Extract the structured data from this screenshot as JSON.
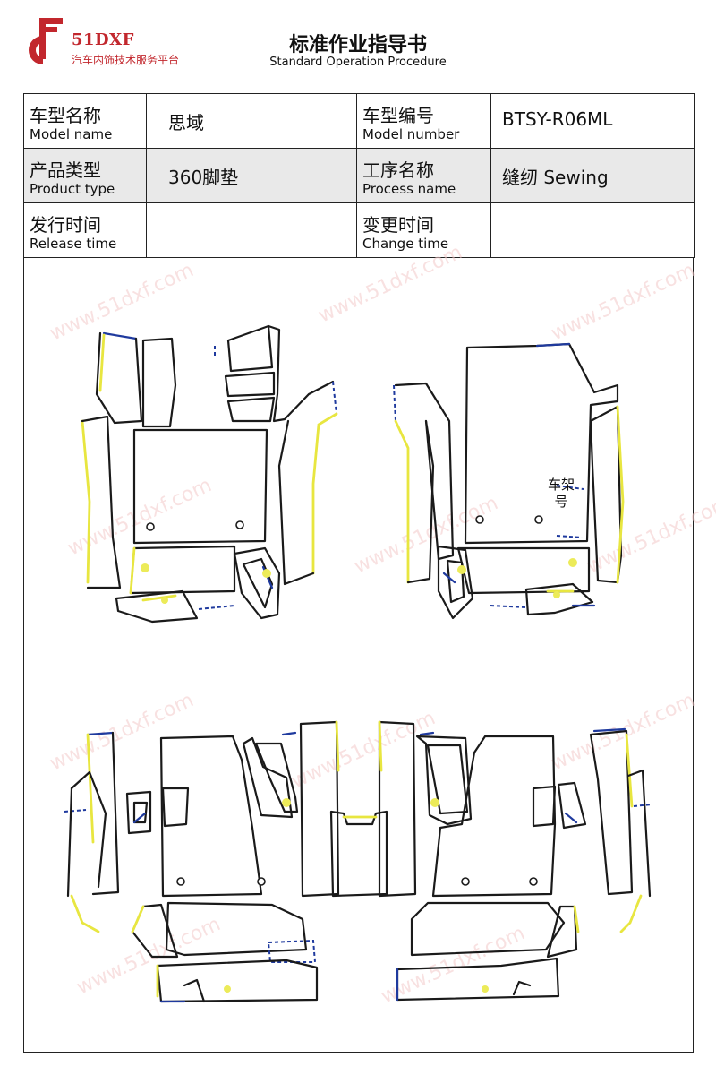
{
  "brand": {
    "logo_icon": "51dxf-logo-icon",
    "name": "51DXF",
    "tagline": "汽车内饰技术服务平台",
    "color": "#c2272d"
  },
  "document": {
    "title": "标准作业指导书",
    "subtitle": "Standard Operation Procedure"
  },
  "info": {
    "model_name": {
      "label_zh": "车型名称",
      "label_en": "Model name",
      "value": "思域"
    },
    "model_number": {
      "label_zh": "车型编号",
      "label_en": "Model number",
      "value": "BTSY-R06ML"
    },
    "product_type": {
      "label_zh": "产品类型",
      "label_en": "Product type",
      "value": "360脚垫"
    },
    "process_name": {
      "label_zh": "工序名称",
      "label_en": "Process name",
      "value": "缝纫 Sewing"
    },
    "release_time": {
      "label_zh": "发行时间",
      "label_en": "Release time",
      "value": ""
    },
    "change_time": {
      "label_zh": "变更时间",
      "label_en": "Change time",
      "value": ""
    }
  },
  "diagram": {
    "chassis_label": "车架号",
    "watermark": "www.51dxf.com",
    "colors": {
      "outline": "#1a1a1a",
      "blue_edge": "#1f3a9e",
      "yellow_edge": "#e8e640"
    }
  }
}
